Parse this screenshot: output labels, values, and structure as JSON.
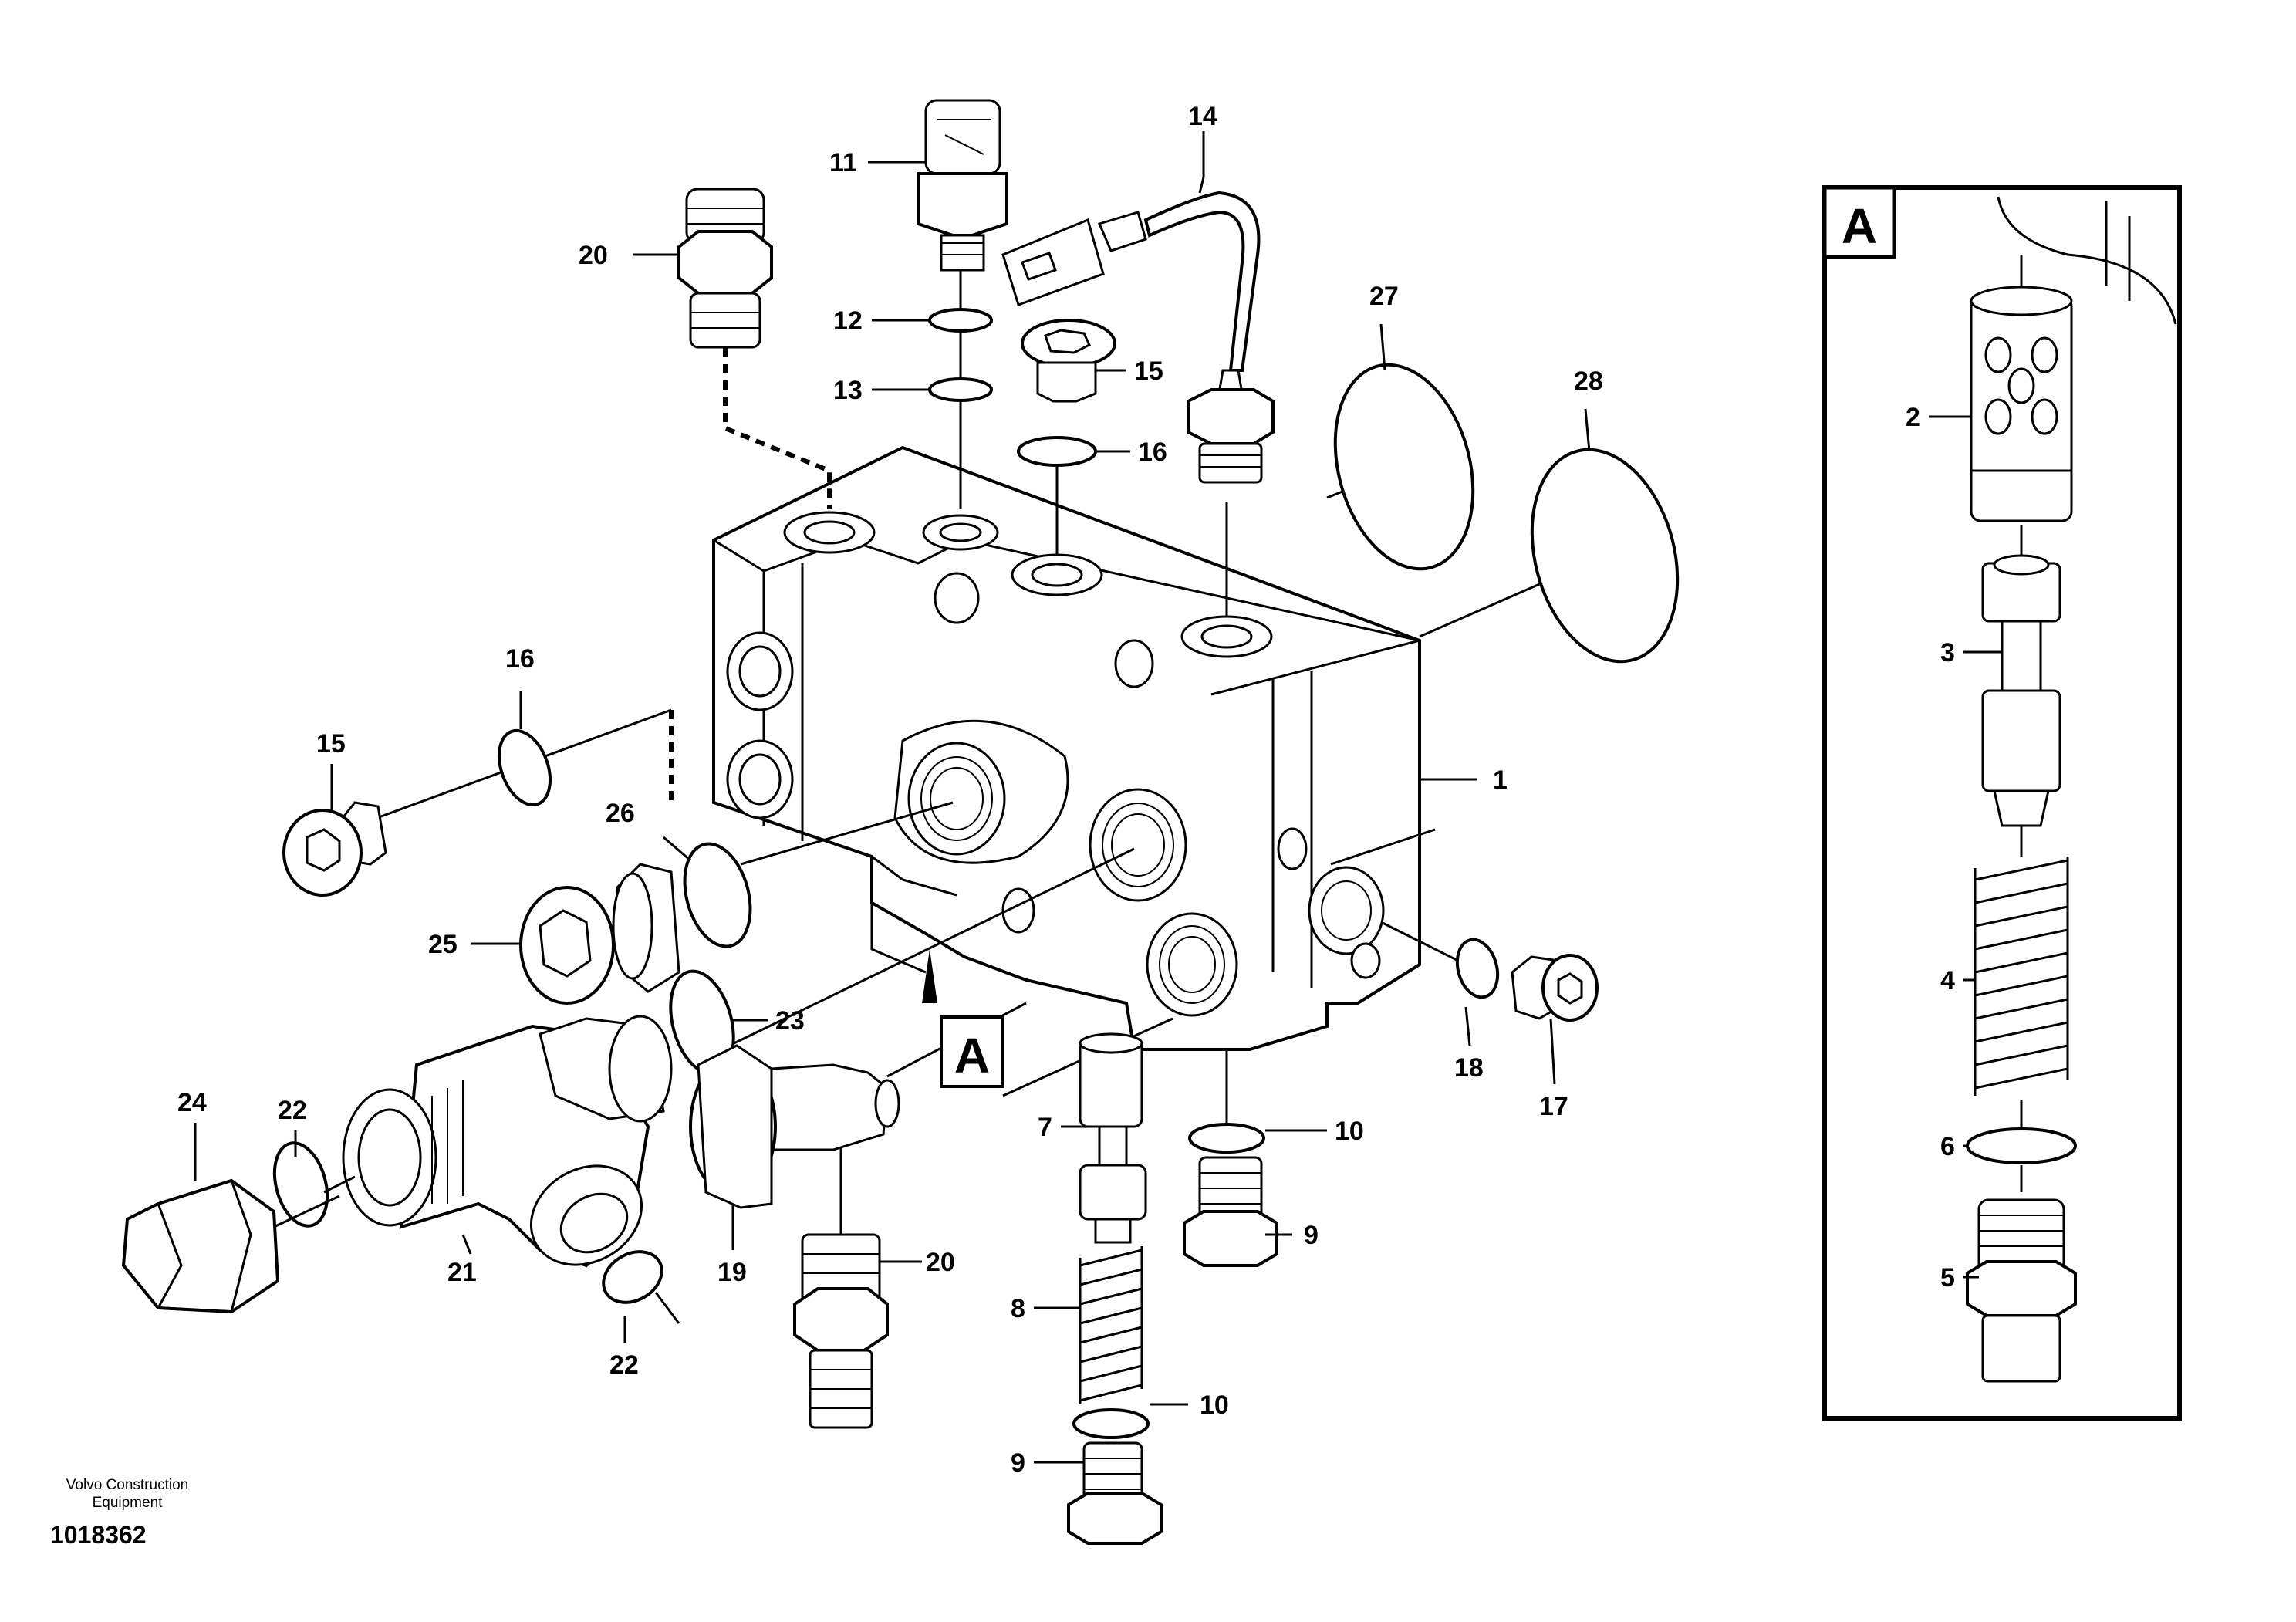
{
  "footer": {
    "company_line1": "Volvo Construction",
    "company_line2": "Equipment",
    "doc_number": "1018362"
  },
  "detail": {
    "label": "A"
  },
  "callouts": {
    "c1": "1",
    "c2": "2",
    "c3": "3",
    "c4": "4",
    "c5": "5",
    "c6": "6",
    "c7": "7",
    "c8": "8",
    "c9a": "9",
    "c9b": "9",
    "c10a": "10",
    "c10b": "10",
    "c11": "11",
    "c12": "12",
    "c13": "13",
    "c14": "14",
    "c15a": "15",
    "c15b": "15",
    "c16a": "16",
    "c16b": "16",
    "c17": "17",
    "c18": "18",
    "c19": "19",
    "c20a": "20",
    "c20b": "20",
    "c21": "21",
    "c22a": "22",
    "c22b": "22",
    "c23": "23",
    "c24": "24",
    "c25": "25",
    "c26": "26",
    "c27": "27",
    "c28": "28"
  }
}
